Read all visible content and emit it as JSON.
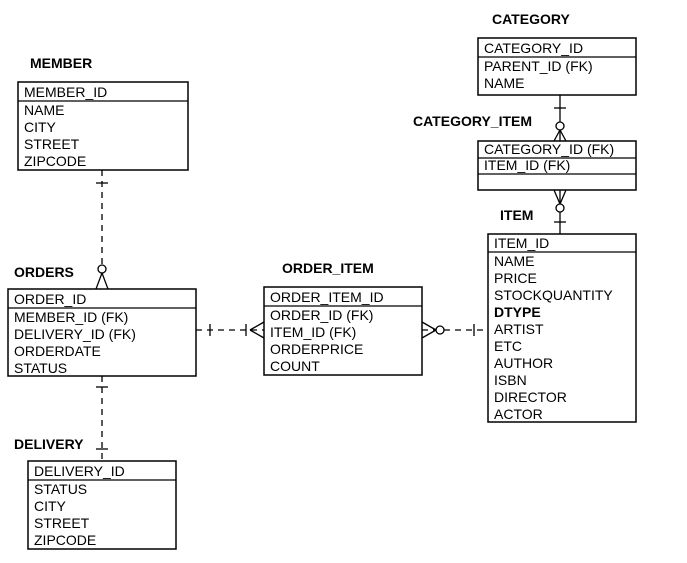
{
  "entities": {
    "member": {
      "title": "MEMBER",
      "pk": "MEMBER_ID",
      "fields": [
        "NAME",
        "CITY",
        "STREET",
        "ZIPCODE"
      ]
    },
    "orders": {
      "title": "ORDERS",
      "pk": "ORDER_ID",
      "fields": [
        "MEMBER_ID (FK)",
        "DELIVERY_ID (FK)",
        "ORDERDATE",
        "STATUS"
      ]
    },
    "delivery": {
      "title": "DELIVERY",
      "pk": "DELIVERY_ID",
      "fields": [
        "STATUS",
        "CITY",
        "STREET",
        "ZIPCODE"
      ]
    },
    "order_item": {
      "title": "ORDER_ITEM",
      "pk": "ORDER_ITEM_ID",
      "fields": [
        "ORDER_ID (FK)",
        "ITEM_ID (FK)",
        "ORDERPRICE",
        "COUNT"
      ]
    },
    "category": {
      "title": "CATEGORY",
      "pk": "CATEGORY_ID",
      "fields": [
        "PARENT_ID (FK)",
        "NAME"
      ]
    },
    "category_item": {
      "title": "CATEGORY_ITEM",
      "pk": "CATEGORY_ID (FK)",
      "fields": [
        "ITEM_ID (FK)"
      ]
    },
    "item": {
      "title": "ITEM",
      "pk": "ITEM_ID",
      "fields": [
        "NAME",
        "PRICE",
        "STOCKQUANTITY",
        "DTYPE",
        "ARTIST",
        "ETC",
        "AUTHOR",
        "ISBN",
        "DIRECTOR",
        "ACTOR"
      ]
    }
  }
}
